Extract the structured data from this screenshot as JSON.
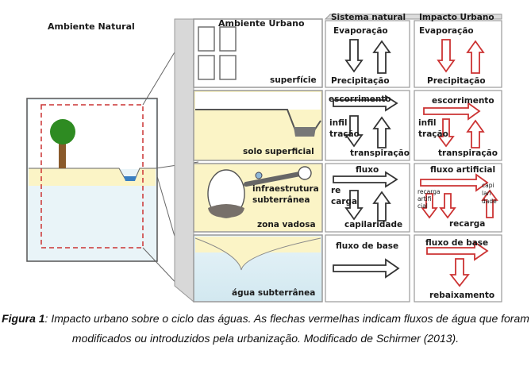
{
  "natural": {
    "title": "Ambiente Natural"
  },
  "urban": {
    "title": "Ambiente Urbano",
    "layers": [
      "superfície",
      "solo superficial",
      "infraestrutura subterrânea",
      "zona vadosa",
      "água subterrânea"
    ]
  },
  "columns": {
    "natural": "Sistema natural",
    "urban": "Impacto Urbano"
  },
  "rows": [
    {
      "nat": [
        "Evaporação",
        "Precipitação"
      ],
      "urb": [
        "Evaporação",
        "Precipitação"
      ]
    },
    {
      "nat": [
        "escorrimento",
        "infil tração",
        "transpiração"
      ],
      "urb": [
        "escorrimento",
        "infil tração",
        "transpiração"
      ]
    },
    {
      "nat": [
        "fluxo",
        "re carga",
        "capilaridade"
      ],
      "urb": [
        "fluxo artificial",
        "recarga artifi cial",
        "capi lari dade",
        "recarga"
      ]
    },
    {
      "nat": [
        "fluxo de base"
      ],
      "urb": [
        "fluxo de base",
        "rebaixamento"
      ]
    }
  ],
  "colors": {
    "natural_arrow": "#333333",
    "urban_arrow": "#cc3333",
    "soil": "#fbf4c6",
    "water": "#e8f3f7",
    "tree": "#2e8b22",
    "trunk": "#8a5a2b",
    "dashed": "#cc3333"
  },
  "caption": {
    "label": "Figura 1",
    "text": ": Impacto urbano sobre o ciclo das águas. As flechas vermelhas indicam fluxos de água que foram modificados ou introduzidos pela urbanização. Modificado de Schirmer (2013)."
  }
}
